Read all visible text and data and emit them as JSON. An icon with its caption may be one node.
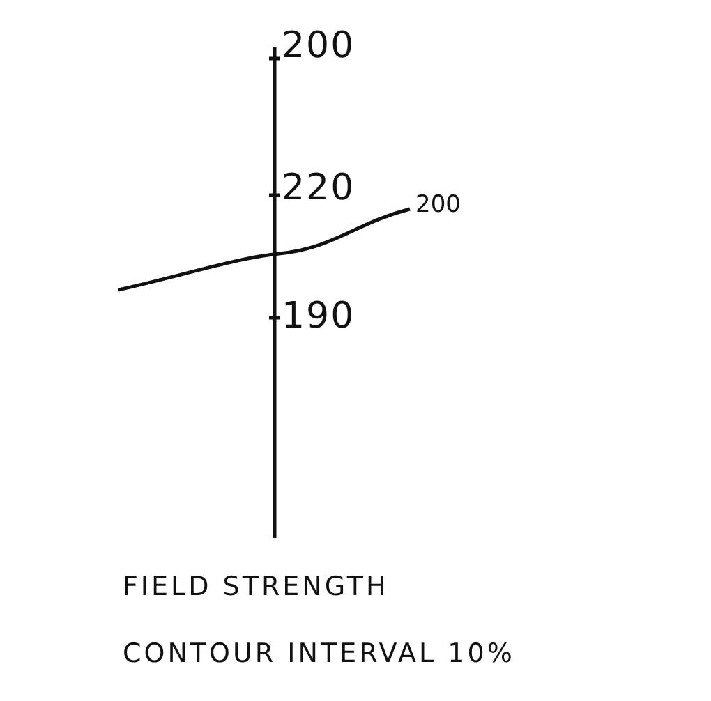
{
  "diagram": {
    "labels": [
      "200",
      "220",
      "200",
      "190",
      "FIELD STRENGTH",
      "CONTOUR INTERVAL 10%"
    ]
  }
}
